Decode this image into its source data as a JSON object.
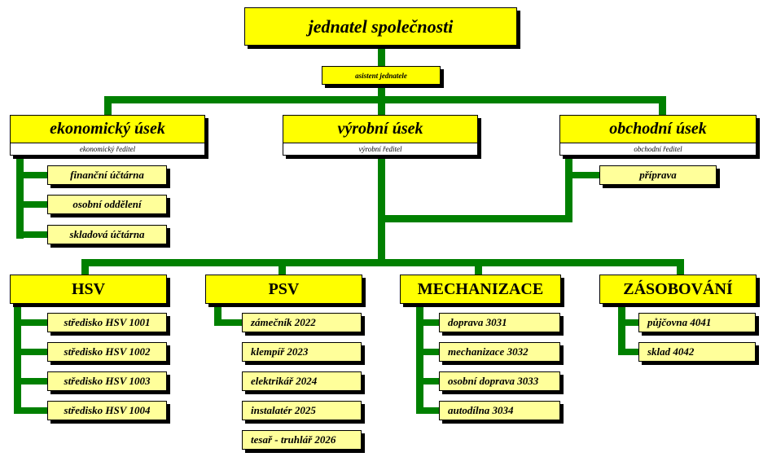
{
  "colors": {
    "line": "#008000",
    "primary": "#ffff00",
    "secondary": "#ffff9a"
  },
  "top": {
    "title": "jednatel společnosti",
    "assistant": "asistent jednatele"
  },
  "divisions": [
    {
      "title": "ekonomický úsek",
      "director": "ekonomický ředitel",
      "items": [
        "finanční účtárna",
        "osobní oddělení",
        "skladová účtárna"
      ]
    },
    {
      "title": "výrobní úsek",
      "director": "výrobní ředitel"
    },
    {
      "title": "obchodní úsek",
      "director": "obchodní ředitel",
      "items": [
        "příprava"
      ]
    }
  ],
  "departments": [
    {
      "title": "HSV",
      "items": [
        "středisko HSV 1001",
        "středisko HSV 1002",
        "středisko HSV 1003",
        "středisko HSV 1004"
      ]
    },
    {
      "title": "PSV",
      "items": [
        "zámečník 2022",
        "klempíř 2023",
        "elektrikář 2024",
        "instalatér 2025",
        "tesař - truhlář 2026"
      ]
    },
    {
      "title": "MECHANIZACE",
      "items": [
        "doprava 3031",
        "mechanizace 3032",
        "osobní doprava 3033",
        "autodílna 3034"
      ]
    },
    {
      "title": "ZÁSOBOVÁNÍ",
      "items": [
        "půjčovna 4041",
        "sklad 4042"
      ]
    }
  ]
}
